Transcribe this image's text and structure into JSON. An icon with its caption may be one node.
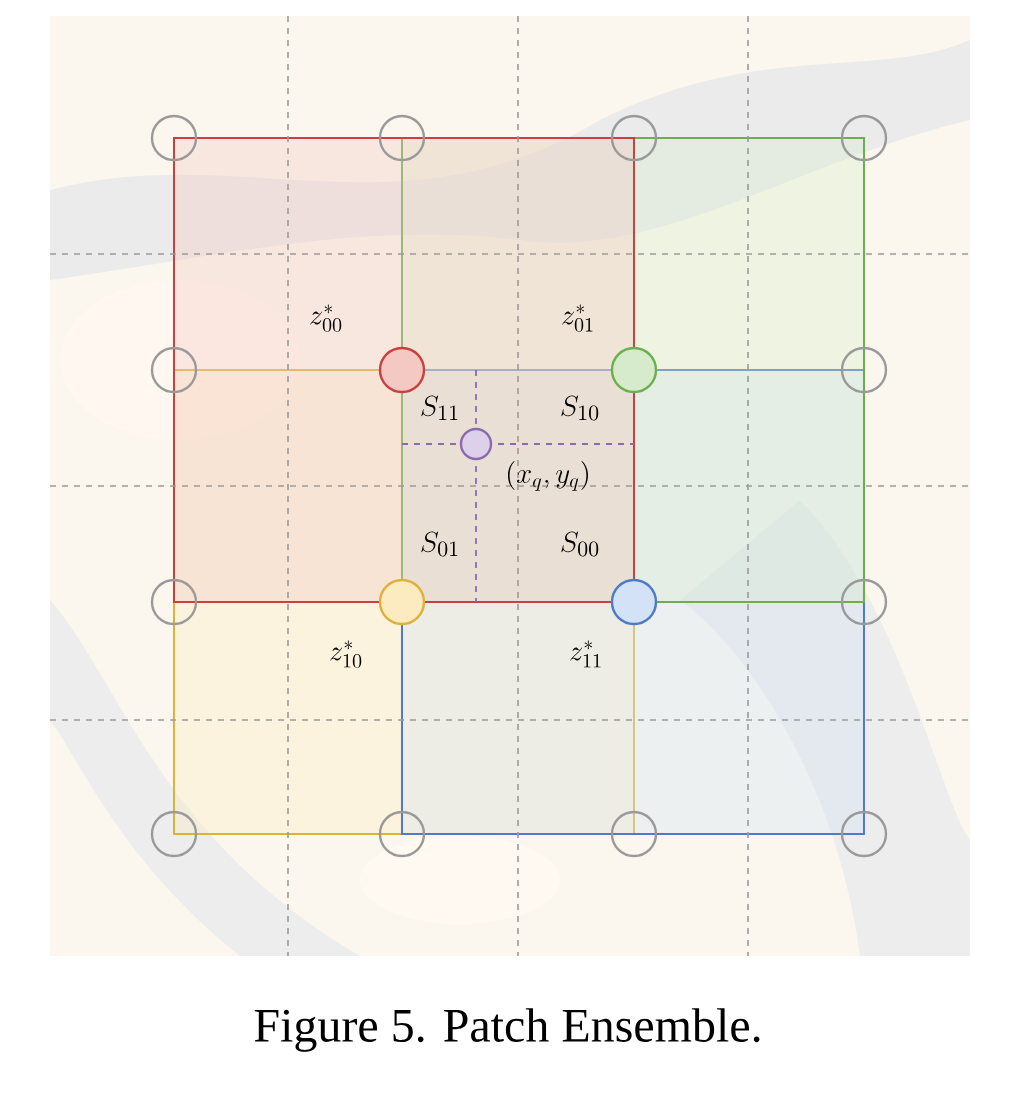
{
  "diagram": {
    "caption": "Figure 5. Patch Ensemble.",
    "nodes": [
      {
        "text": [],
        "shape": "circle"
      },
      {
        "text": [],
        "shape": "circle"
      },
      {
        "text": [],
        "shape": "circle"
      },
      {
        "text": [],
        "shape": "circle"
      },
      {
        "text": [],
        "shape": "circle"
      },
      {
        "text": [],
        "shape": "circle",
        "beside": [
          "z^{*}_{00}"
        ]
      },
      {
        "text": [],
        "shape": "circle",
        "beside": [
          "z^{*}_{01}"
        ]
      },
      {
        "text": [],
        "shape": "circle"
      },
      {
        "text": [],
        "shape": "circle",
        "beside": [
          "(x_q, y_q)"
        ]
      },
      {
        "text": [],
        "shape": "circle"
      },
      {
        "text": [],
        "shape": "circle",
        "beside": [
          "z^{*}_{10}"
        ]
      },
      {
        "text": [],
        "shape": "circle",
        "beside": [
          "z^{*}_{11}"
        ]
      },
      {
        "text": [],
        "shape": "circle"
      },
      {
        "text": [],
        "shape": "circle"
      },
      {
        "text": [],
        "shape": "circle"
      },
      {
        "text": [],
        "shape": "circle"
      },
      {
        "text": [],
        "shape": "circle"
      }
    ],
    "labels": [
      "S_{11}",
      "S_{10}",
      "S_{01}",
      "S_{00}"
    ]
  }
}
